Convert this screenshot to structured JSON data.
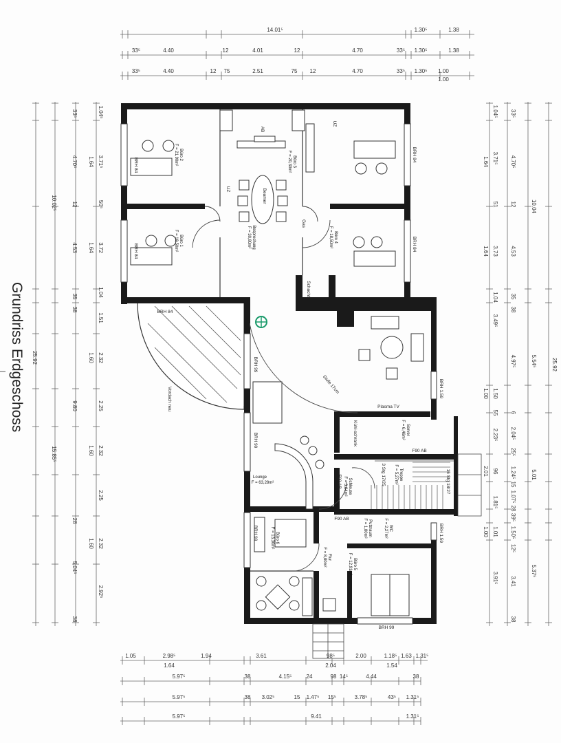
{
  "title": "Grundriss Erdgeschoss",
  "dimensions": {
    "top": [
      [
        "14.01⁵",
        "1.30⁵",
        "1.38"
      ],
      [
        "33⁵",
        "4.40",
        "12",
        "4.01",
        "12",
        "4.70",
        "33⁵",
        "1.30⁵",
        "1.38"
      ],
      [
        "33⁵",
        "4.40",
        "12",
        "75",
        "2.51",
        "75",
        "12",
        "4.70",
        "33⁵",
        "1.30⁵",
        "1.00",
        "1.00"
      ]
    ],
    "bottom": [
      [
        "1.05",
        "2.98⁵",
        "1.94",
        "3.61",
        "98⁵",
        "2.00",
        "1.18⁵",
        "1.63",
        "1.31⁵",
        "1.64",
        "2.04",
        "1.54"
      ],
      [
        "5.97⁵",
        "38",
        "4.15⁵",
        "24",
        "98",
        "14⁵",
        "4.44",
        "38"
      ],
      [
        "5.97⁵",
        "38",
        "3.02⁵",
        "15",
        "1.47⁵",
        "15⁵",
        "3.78⁵",
        "43⁵",
        "1.31⁵"
      ],
      [
        "5.97⁵",
        "9.41",
        "1.31⁵"
      ]
    ],
    "left": [
      [
        "25.92"
      ],
      [
        "10.02⁵",
        "15.85⁵"
      ],
      [
        "33⁵",
        "4.70⁵",
        "12",
        "4.53",
        "35",
        "38",
        "9.80",
        "28",
        "5.04⁵",
        "38"
      ],
      [
        "1.64",
        "1.64",
        "1.60",
        "1.60",
        "1.60"
      ],
      [
        "1.04⁵",
        "3.71⁵",
        "50⁵",
        "3.72",
        "1.04",
        "1.51",
        "2.32",
        "2.25",
        "2.32",
        "2.25",
        "2.32",
        "2.92⁵"
      ]
    ],
    "right": [
      [
        "1.64",
        "1.64",
        "1.00",
        "2.01",
        "1.00"
      ],
      [
        "1.04⁵",
        "3.71⁵",
        "51",
        "3.73",
        "1.04",
        "3.49⁵",
        "1.50",
        "55",
        "2.23⁵",
        "96",
        "1.81⁵",
        "1.01",
        "3.91⁵"
      ],
      [
        "33⁵",
        "4.70⁵",
        "12",
        "4.53",
        "35",
        "38",
        "4.97⁵",
        "6",
        "2.04⁵",
        "25⁵",
        "1.24⁵",
        "15",
        "1.07⁵",
        "28",
        "39⁵",
        "1.50⁵",
        "12⁵",
        "3.41",
        "38"
      ],
      [
        "10.04",
        "5.54⁵",
        "5.01",
        "5.37⁵"
      ],
      [
        "25.92"
      ]
    ]
  },
  "rooms": [
    {
      "name": "Büro 2",
      "area": "F = 21,90m²"
    },
    {
      "name": "Büro 1",
      "area": "F = 18,50m²"
    },
    {
      "name": "Besprechung",
      "area": "F = 30,80m²"
    },
    {
      "name": "Büro 3",
      "area": "F = 20,30m²"
    },
    {
      "name": "Büro 4",
      "area": "F = 18,50m²"
    },
    {
      "name": "Lounge",
      "area": "F = 63,28m²"
    },
    {
      "name": "Server",
      "area": "F = 6,46m²"
    },
    {
      "name": "Schleuse",
      "area": "F = 3,84m²"
    },
    {
      "name": "Treppe",
      "area": "F = 5,27m²"
    },
    {
      "name": "Putzraum",
      "area": "F = 1,80m²"
    },
    {
      "name": "WC",
      "area": "F = 2,27m²"
    },
    {
      "name": "Büro 6",
      "area": "F = 13,30m²"
    },
    {
      "name": "Flur",
      "area": "F = 8,80m²"
    },
    {
      "name": "Büro 5",
      "area": "F = 12,91m²"
    }
  ],
  "annotations": {
    "brh84": "BRH  84",
    "brh99": "BRH  99",
    "brh159": "BRH  1.59",
    "vordach": "Vordach neu",
    "plasma": "Plasma TV",
    "stufe": "Stufe 17cm",
    "f90": "F90  AB",
    "stairs_small": "3 Stg 17/25",
    "stairs_large": "16 Stg 18/27",
    "schacht": "Schacht",
    "kuehlschrank": "Kühl-schrank",
    "beamer": "Beamer",
    "ab": "AB",
    "uz": "UZ",
    "gas": "Gas"
  }
}
